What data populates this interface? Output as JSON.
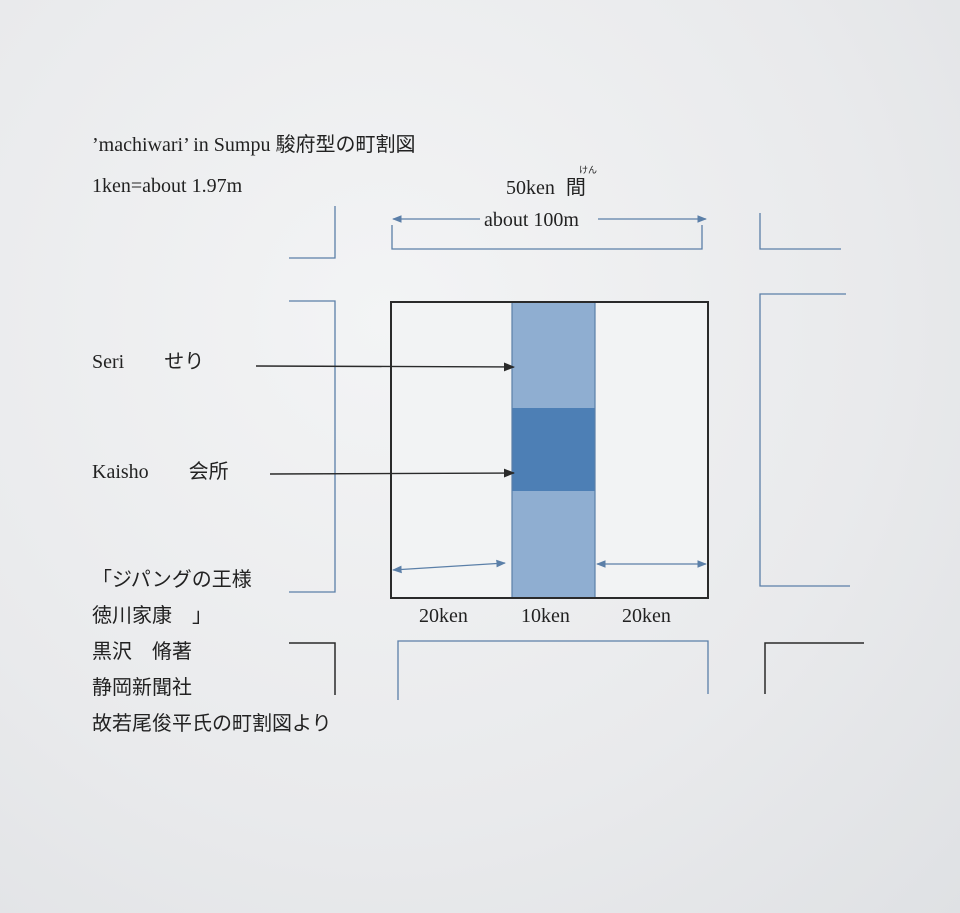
{
  "header": {
    "title": "’machiwari’ in Sumpu 駿府型の町割図",
    "scale_note": "1ken=about 1.97m"
  },
  "dimension": {
    "top_label": "50ken",
    "kanji": "間",
    "furigana": "けん",
    "about_label": "about 100m"
  },
  "labels": {
    "seri": "Seri　　せり",
    "kaisho": "Kaisho　　会所"
  },
  "bottom_widths": [
    "20ken",
    "10ken",
    "20ken"
  ],
  "source": [
    "「ジパングの王様",
    "徳川家康　」",
    "黒沢　脩著",
    "静岡新聞社",
    "故若尾俊平氏の町割図より"
  ],
  "colors": {
    "street_line": "#5b7fa8",
    "block_outline": "#2a2a2a",
    "seri_fill": "#8faed1",
    "kaisho_fill": "#4d7fb5",
    "arrow": "#2a2a2a",
    "dimension_arrow": "#5b7fa8"
  }
}
